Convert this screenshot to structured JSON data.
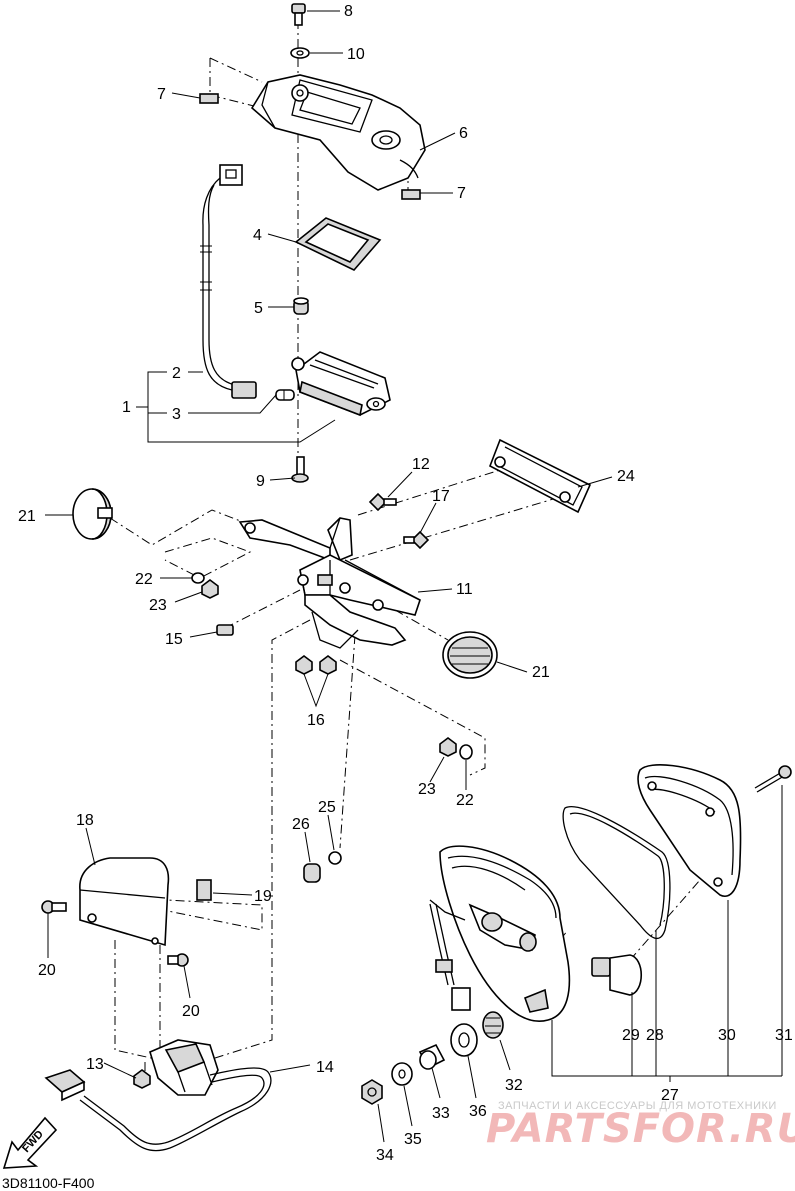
{
  "diagram": {
    "code": "3D81100-F400",
    "fwd_label": "FWD",
    "watermark": {
      "subtitle": "ЗАПЧАСТИ И АКСЕССУАРЫ ДЛЯ МОТОТЕХНИКИ",
      "brand": "PARTSFOR.RU"
    },
    "callouts": [
      {
        "id": "c8",
        "label": "8"
      },
      {
        "id": "c10",
        "label": "10"
      },
      {
        "id": "c7a",
        "label": "7"
      },
      {
        "id": "c6",
        "label": "6"
      },
      {
        "id": "c7b",
        "label": "7"
      },
      {
        "id": "c4",
        "label": "4"
      },
      {
        "id": "c5",
        "label": "5"
      },
      {
        "id": "c2",
        "label": "2"
      },
      {
        "id": "c1",
        "label": "1"
      },
      {
        "id": "c3",
        "label": "3"
      },
      {
        "id": "c9",
        "label": "9"
      },
      {
        "id": "c12",
        "label": "12"
      },
      {
        "id": "c24",
        "label": "24"
      },
      {
        "id": "c17",
        "label": "17"
      },
      {
        "id": "c21a",
        "label": "21"
      },
      {
        "id": "c22a",
        "label": "22"
      },
      {
        "id": "c23a",
        "label": "23"
      },
      {
        "id": "c11",
        "label": "11"
      },
      {
        "id": "c15",
        "label": "15"
      },
      {
        "id": "c21b",
        "label": "21"
      },
      {
        "id": "c16",
        "label": "16"
      },
      {
        "id": "c23b",
        "label": "23"
      },
      {
        "id": "c22b",
        "label": "22"
      },
      {
        "id": "c18",
        "label": "18"
      },
      {
        "id": "c26",
        "label": "26"
      },
      {
        "id": "c25",
        "label": "25"
      },
      {
        "id": "c19",
        "label": "19"
      },
      {
        "id": "c20a",
        "label": "20"
      },
      {
        "id": "c20b",
        "label": "20"
      },
      {
        "id": "c13",
        "label": "13"
      },
      {
        "id": "c14",
        "label": "14"
      },
      {
        "id": "c29",
        "label": "29"
      },
      {
        "id": "c28",
        "label": "28"
      },
      {
        "id": "c30",
        "label": "30"
      },
      {
        "id": "c31",
        "label": "31"
      },
      {
        "id": "c27",
        "label": "27"
      },
      {
        "id": "c32",
        "label": "32"
      },
      {
        "id": "c33",
        "label": "33"
      },
      {
        "id": "c36",
        "label": "36"
      },
      {
        "id": "c34",
        "label": "34"
      },
      {
        "id": "c35",
        "label": "35"
      }
    ]
  }
}
